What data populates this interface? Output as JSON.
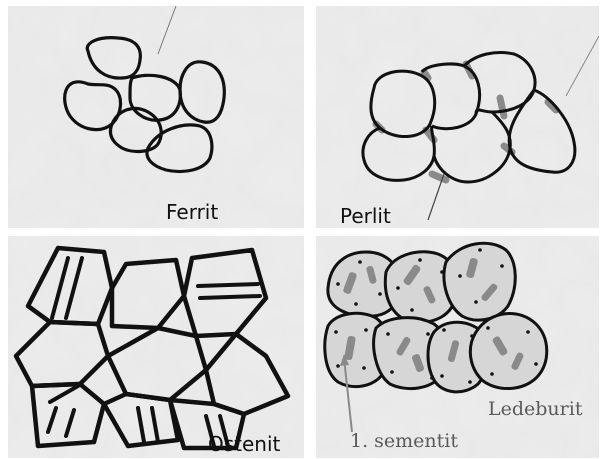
{
  "panels": [
    {
      "id": "ferrit",
      "label": "Ferrit"
    },
    {
      "id": "perlit",
      "label": "Perlit"
    },
    {
      "id": "ostenit",
      "label": "Ostenit"
    },
    {
      "id": "ledeburit",
      "label": "Ledeburit",
      "annotation": "1. sementit"
    }
  ],
  "colors": {
    "outline": "#111111",
    "cementite": "#8a8a8a",
    "background": "#e9e9e9"
  }
}
